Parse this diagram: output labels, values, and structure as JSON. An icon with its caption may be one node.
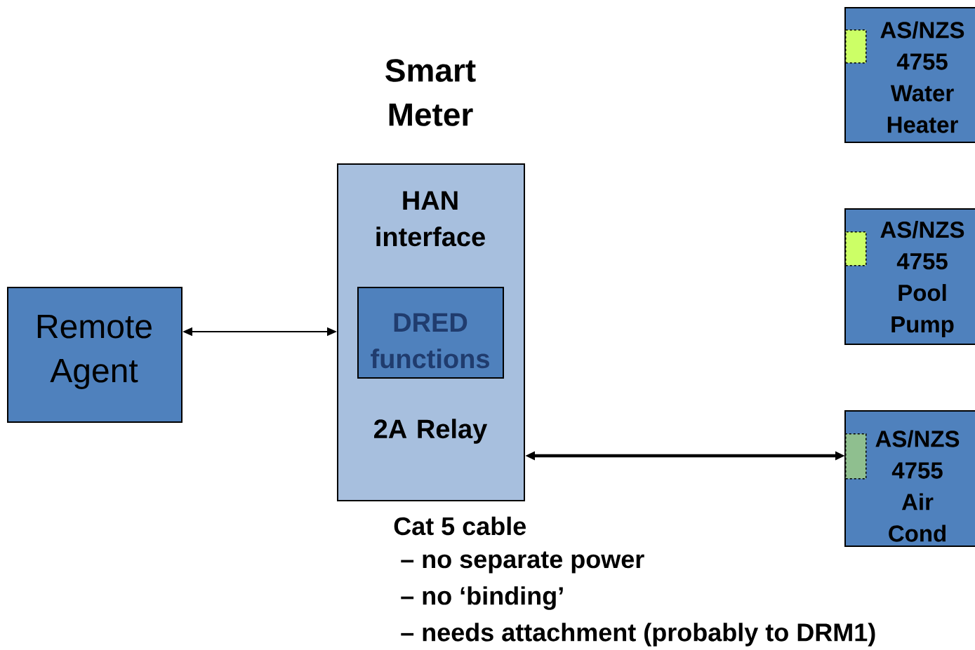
{
  "diagram": {
    "nodes": [
      {
        "text": [
          "Remote Agent"
        ]
      },
      {
        "text": [
          "Smart Meter",
          "HAN interface",
          "2A Relay"
        ]
      },
      {
        "text": [
          "DRED functions"
        ],
        "in": 1
      },
      {
        "text": [
          "AS/NZS 4755 Water Heater"
        ]
      },
      {
        "text": [],
        "shape": "box",
        "in": 3
      },
      {
        "text": [
          "AS/NZS 4755 Pool Pump"
        ]
      },
      {
        "text": [],
        "shape": "box",
        "in": 5
      },
      {
        "text": [
          "AS/NZS 4755 Air Cond"
        ]
      },
      {
        "text": [],
        "shape": "box",
        "in": 7
      }
    ],
    "edges": [
      {
        "from": 0,
        "to": 1,
        "arrow": "both"
      },
      {
        "from": 1,
        "to": 8,
        "arrow": "both",
        "style": "thick"
      }
    ],
    "labels": [
      "Cat 5 cable",
      "– no separate power",
      "– no ‘binding’",
      "– needs attachment (probably to DRM1)"
    ]
  }
}
